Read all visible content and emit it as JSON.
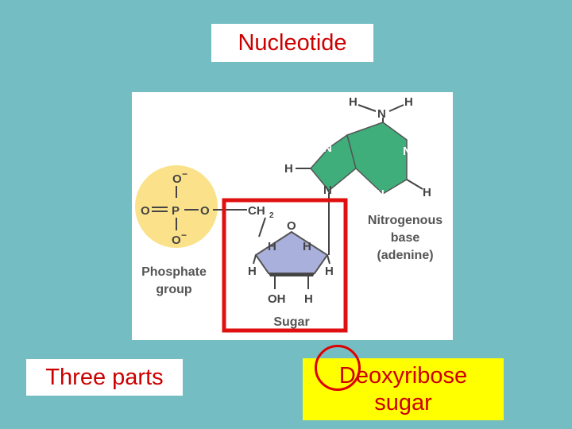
{
  "title": "Nucleotide",
  "figure": {
    "phosphate": {
      "atoms": {
        "o_top": "O",
        "o_top_charge": "−",
        "o_left": "O",
        "p": "P",
        "o_right": "O",
        "o_bottom": "O",
        "o_bottom_charge": "−"
      },
      "label_line1": "Phosphate",
      "label_line2": "group",
      "color": "#fbe28a"
    },
    "sugar": {
      "ch2": "CH",
      "ch2_sub": "2",
      "ring_o": "O",
      "h_inner_left": "H",
      "h_inner_right": "H",
      "h_outer_left": "H",
      "h_outer_right": "H",
      "oh": "OH",
      "h_bottom": "H",
      "label": "Sugar",
      "color": "#aab0dc"
    },
    "base": {
      "h_amino_left": "H",
      "h_amino_right": "H",
      "n_amino": "N",
      "n_top_left": "N",
      "n_right": "N",
      "h_left": "H",
      "n_bottom_left": "N",
      "n_bottom_mid": "N",
      "h_bottom_right": "H",
      "label_line1": "Nitrogenous",
      "label_line2": "base",
      "label_line3": "(adenine)",
      "color": "#3fae7a"
    },
    "highlight_color": "#e01010"
  },
  "labels": {
    "three_parts": "Three parts",
    "sugar_line1": "Deoxyribose",
    "sugar_line2": "sugar"
  }
}
